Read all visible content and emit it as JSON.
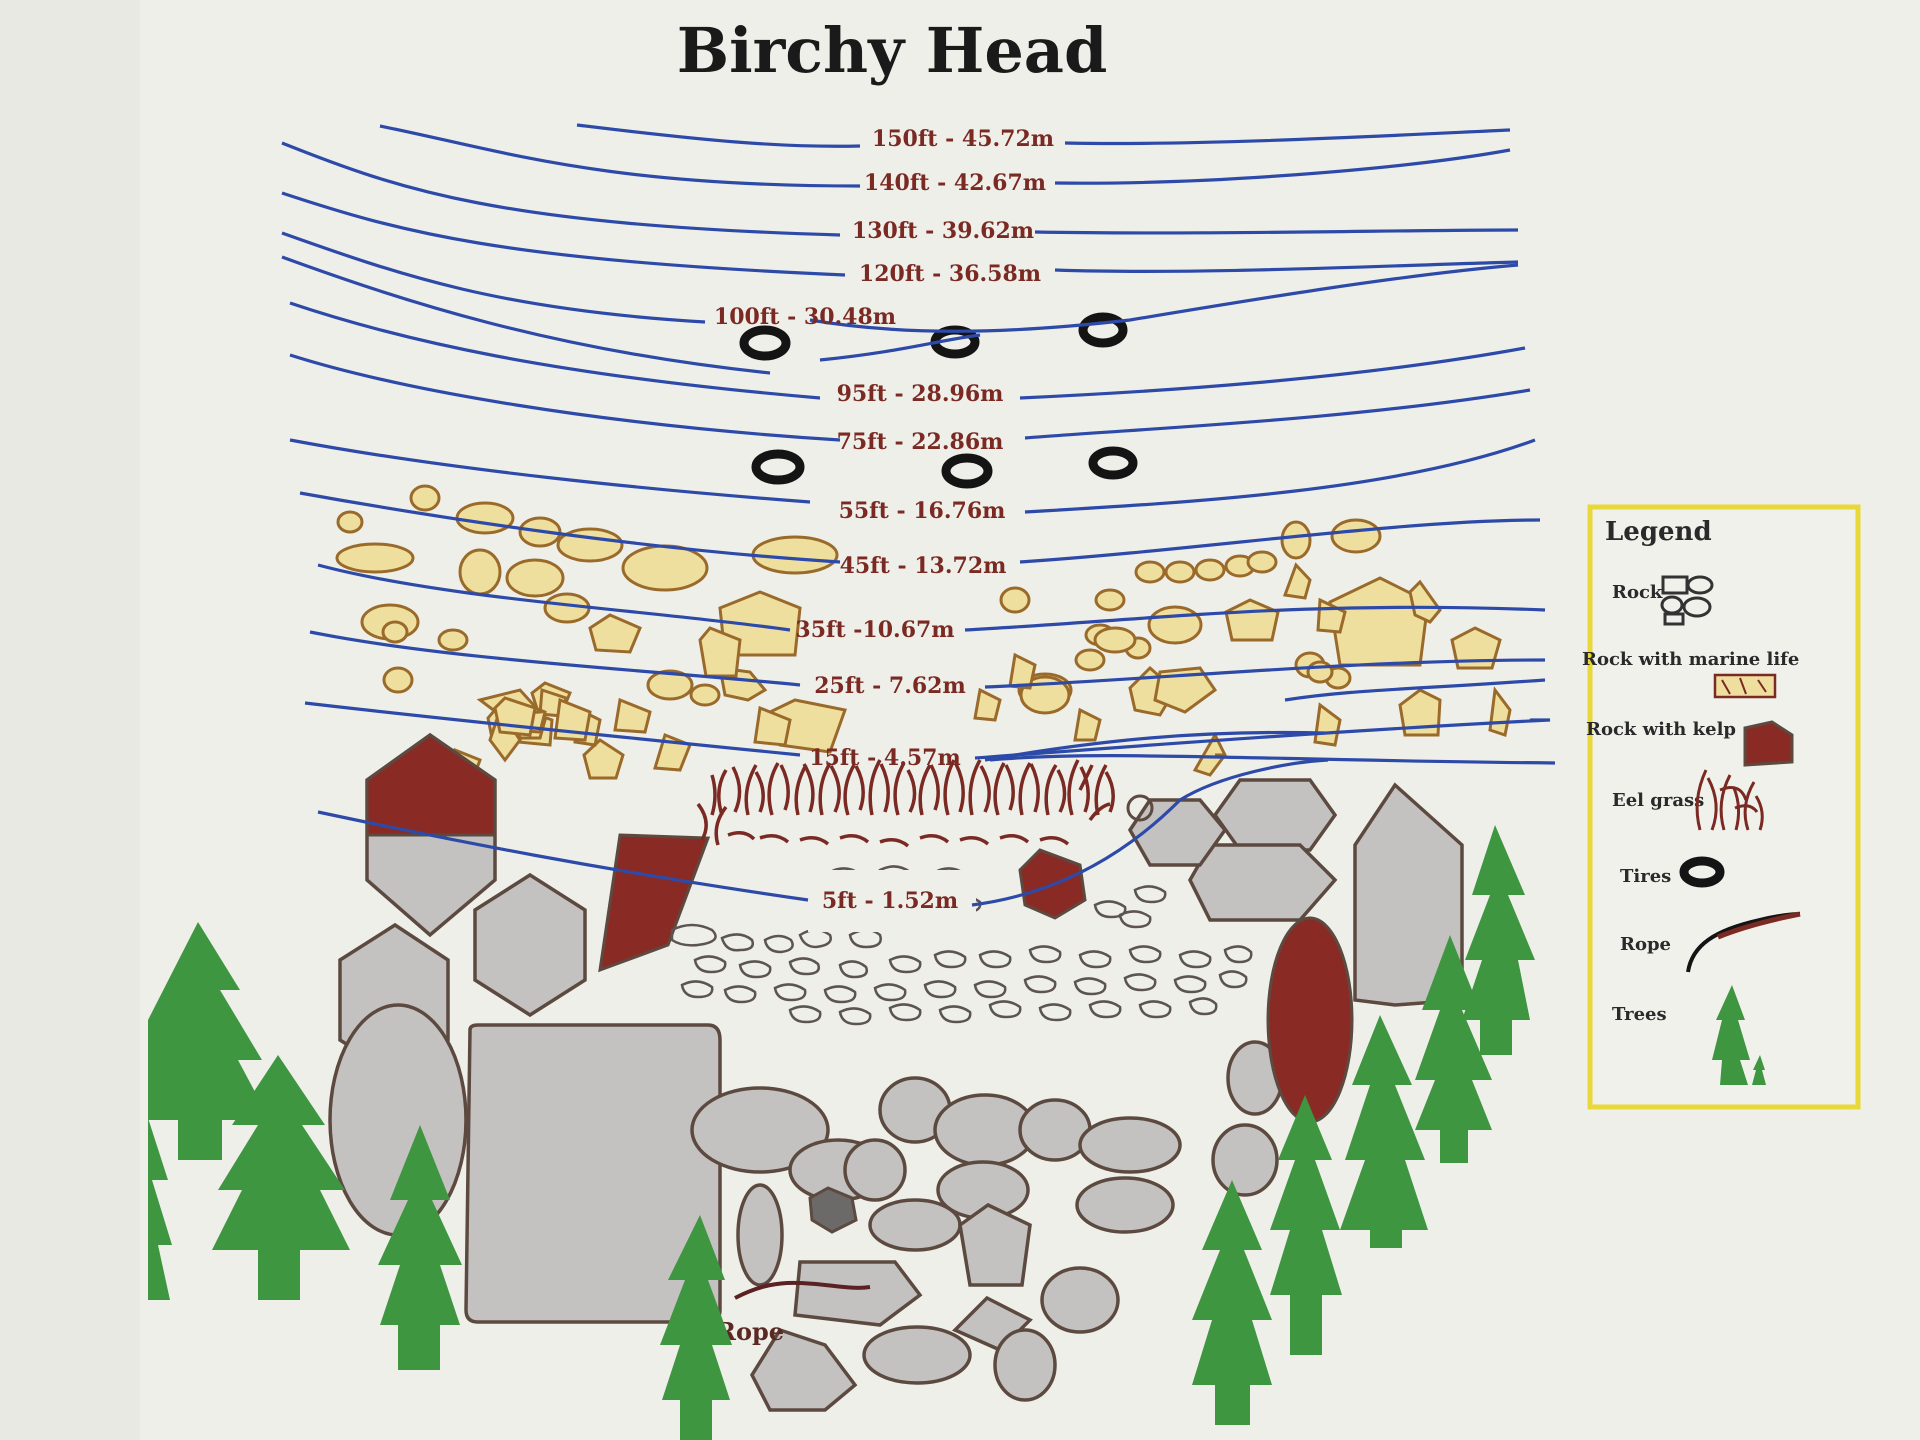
{
  "title": "Birchy Head",
  "depth_labels": [
    "150ft - 45.72m",
    "140ft - 42.67m",
    "130ft - 39.62m",
    "120ft - 36.58m",
    "100ft - 30.48m",
    "95ft - 28.96m",
    "75ft - 22.86m",
    "55ft - 16.76m",
    "45ft - 13.72m",
    "35ft -10.67m",
    "25ft - 7.62m",
    "15ft - 4.57m",
    "5ft - 1.52m"
  ],
  "legend": {
    "title": "Legend",
    "items": [
      {
        "label": "Rock",
        "icon": "rock-icon"
      },
      {
        "label": "Rock with marine life",
        "icon": "rock-marine-life-icon"
      },
      {
        "label": "Rock with kelp",
        "icon": "rock-kelp-icon"
      },
      {
        "label": "Eel grass",
        "icon": "eel-grass-icon"
      },
      {
        "label": "Tires",
        "icon": "tire-icon"
      },
      {
        "label": "Rope",
        "icon": "rope-icon"
      },
      {
        "label": "Trees",
        "icon": "tree-icon"
      }
    ]
  },
  "map_rope_label": "Rope",
  "colors": {
    "contour": "#2d4aa8",
    "depth_text": "#7a2a22",
    "rock": "#c4c2c0",
    "rock_marine_life": "#efdf9e",
    "rock_kelp": "#8a2a24",
    "tree": "#3e9640",
    "legend_border": "#e8d838"
  }
}
